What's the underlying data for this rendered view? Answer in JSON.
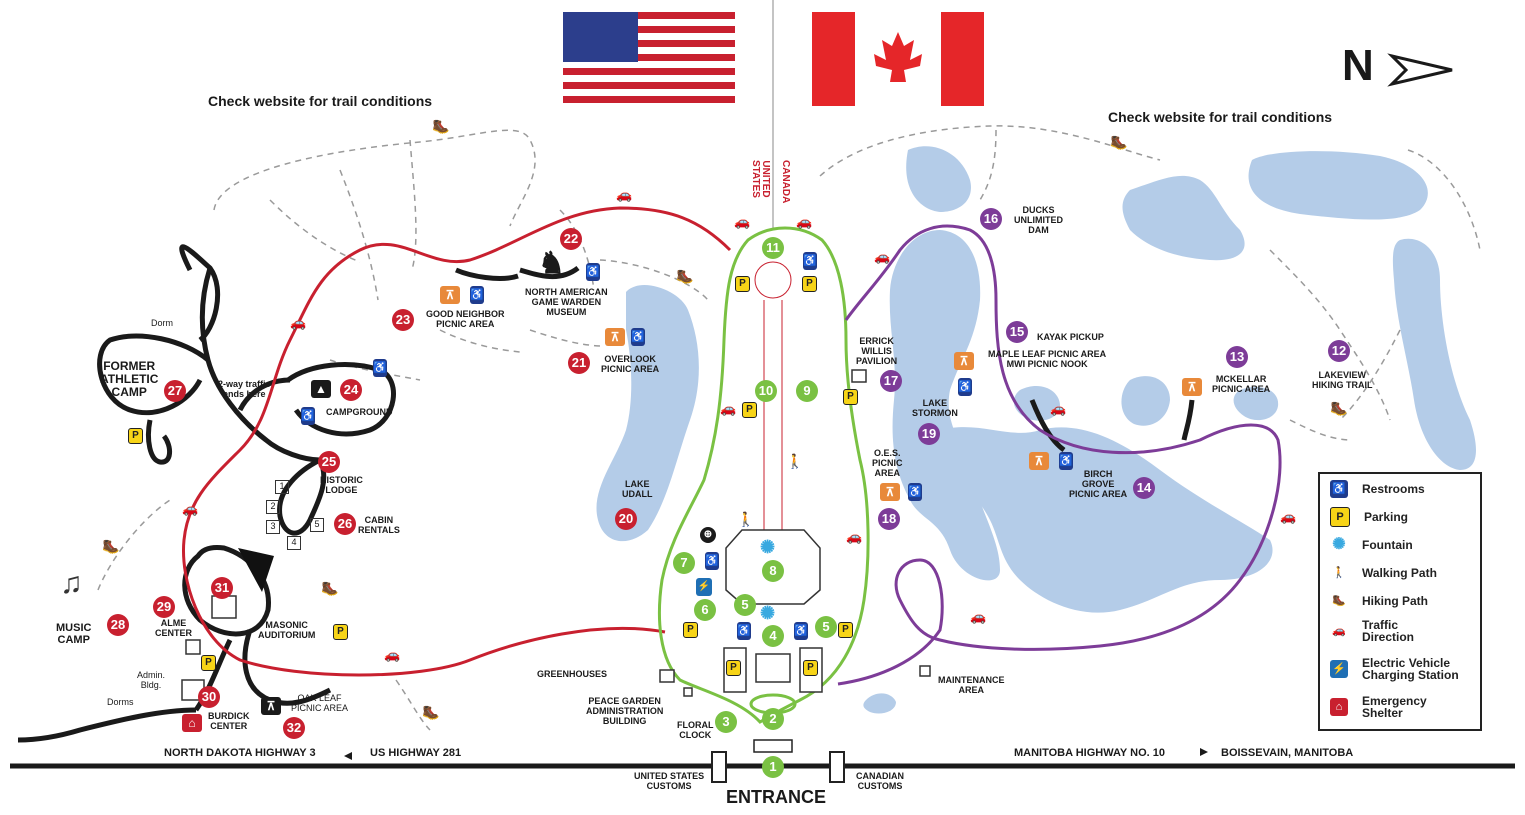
{
  "header": {
    "trail_note_left": "Check website for trail conditions",
    "trail_note_right": "Check website for trail conditions",
    "north_label": "N"
  },
  "border": {
    "us_label": "UNITED\nSTATES",
    "ca_label": "CANADA"
  },
  "colors": {
    "red_route": "#c8202f",
    "green_route": "#7ac143",
    "purple_route": "#7d3c98",
    "lake": "#b4cce8",
    "road": "#1a1a1a"
  },
  "pins": [
    {
      "n": "1",
      "c": "grn"
    },
    {
      "n": "2",
      "c": "grn"
    },
    {
      "n": "3",
      "c": "grn"
    },
    {
      "n": "4",
      "c": "grn"
    },
    {
      "n": "5",
      "c": "grn"
    },
    {
      "n": "5",
      "c": "grn"
    },
    {
      "n": "6",
      "c": "grn"
    },
    {
      "n": "7",
      "c": "grn"
    },
    {
      "n": "8",
      "c": "grn"
    },
    {
      "n": "9",
      "c": "grn"
    },
    {
      "n": "10",
      "c": "grn"
    },
    {
      "n": "11",
      "c": "grn"
    },
    {
      "n": "12",
      "c": "pur"
    },
    {
      "n": "13",
      "c": "pur"
    },
    {
      "n": "14",
      "c": "pur"
    },
    {
      "n": "15",
      "c": "pur"
    },
    {
      "n": "16",
      "c": "pur"
    },
    {
      "n": "17",
      "c": "pur"
    },
    {
      "n": "18",
      "c": "pur"
    },
    {
      "n": "19",
      "c": "pur"
    },
    {
      "n": "20",
      "c": "red"
    },
    {
      "n": "21",
      "c": "red"
    },
    {
      "n": "22",
      "c": "red"
    },
    {
      "n": "23",
      "c": "red"
    },
    {
      "n": "24",
      "c": "red"
    },
    {
      "n": "25",
      "c": "red"
    },
    {
      "n": "26",
      "c": "red"
    },
    {
      "n": "27",
      "c": "red"
    },
    {
      "n": "28",
      "c": "red"
    },
    {
      "n": "29",
      "c": "red"
    },
    {
      "n": "30",
      "c": "red"
    },
    {
      "n": "31",
      "c": "red"
    },
    {
      "n": "32",
      "c": "red"
    }
  ],
  "labels": {
    "former_athletic_camp": "FORMER\nATHLETIC\nCAMP",
    "dorm": "Dorm",
    "two_way": "2-way traffic\nends here",
    "campground": "CAMPGROUND",
    "good_neighbor": "GOOD NEIGHBOR\nPICNIC AREA",
    "game_warden": "NORTH AMERICAN\nGAME WARDEN\nMUSEUM",
    "overlook": "OVERLOOK\nPICNIC AREA",
    "historic_lodge": "HISTORIC\nLODGE",
    "cabin_rentals": "CABIN\nRENTALS",
    "lake_udall": "LAKE\nUDALL",
    "music_camp": "MUSIC\nCAMP",
    "alme_center": "ALME\nCENTER",
    "masonic": "MASONIC\nAUDITORIUM",
    "admin_bldg": "Admin.\nBldg.",
    "dorms": "Dorms",
    "burdick": "BURDICK\nCENTER",
    "oak_leaf": "OAK LEAF\nPICNIC AREA",
    "greenhouses": "GREENHOUSES",
    "peace_garden_admin": "PEACE GARDEN\nADMINISTRATION\nBUILDING",
    "floral_clock": "FLORAL\nCLOCK",
    "erricks": "ERRICK\nWILLIS\nPAVILION",
    "oes": "O.E.S.\nPICNIC\nAREA",
    "lake_stormon": "LAKE\nSTORMON",
    "ducks": "DUCKS\nUNLIMITED\nDAM",
    "kayak": "KAYAK PICKUP",
    "maple_leaf": "MAPLE LEAF PICNIC AREA\nMWI PICNIC NOOK",
    "birch_grove": "BIRCH\nGROVE\nPICNIC AREA",
    "mckellar": "MCKELLAR\nPICNIC AREA",
    "lakeview": "LAKEVIEW\nHIKING TRAIL",
    "maintenance": "MAINTENANCE\nAREA",
    "us_customs": "UNITED STATES\nCUSTOMS",
    "ca_customs": "CANADIAN\nCUSTOMS",
    "entrance": "ENTRANCE",
    "nd_hwy": "NORTH DAKOTA HIGHWAY 3",
    "us_hwy": "US HIGHWAY 281",
    "mb_hwy": "MANITOBA HIGHWAY NO. 10",
    "boissevain": "BOISSEVAIN, MANITOBA"
  },
  "legend": [
    {
      "label": "Restrooms",
      "icon": "restroom-icon"
    },
    {
      "label": "Parking",
      "icon": "parking-icon"
    },
    {
      "label": "Fountain",
      "icon": "fountain-icon"
    },
    {
      "label": "Walking Path",
      "icon": "walking-path-icon"
    },
    {
      "label": "Hiking Path",
      "icon": "hiking-path-icon"
    },
    {
      "label": "Traffic\nDirection",
      "icon": "car-icon"
    },
    {
      "label": "Electric Vehicle\nCharging Station",
      "icon": "ev-charging-icon"
    },
    {
      "label": "Emergency\nShelter",
      "icon": "shelter-icon"
    }
  ]
}
